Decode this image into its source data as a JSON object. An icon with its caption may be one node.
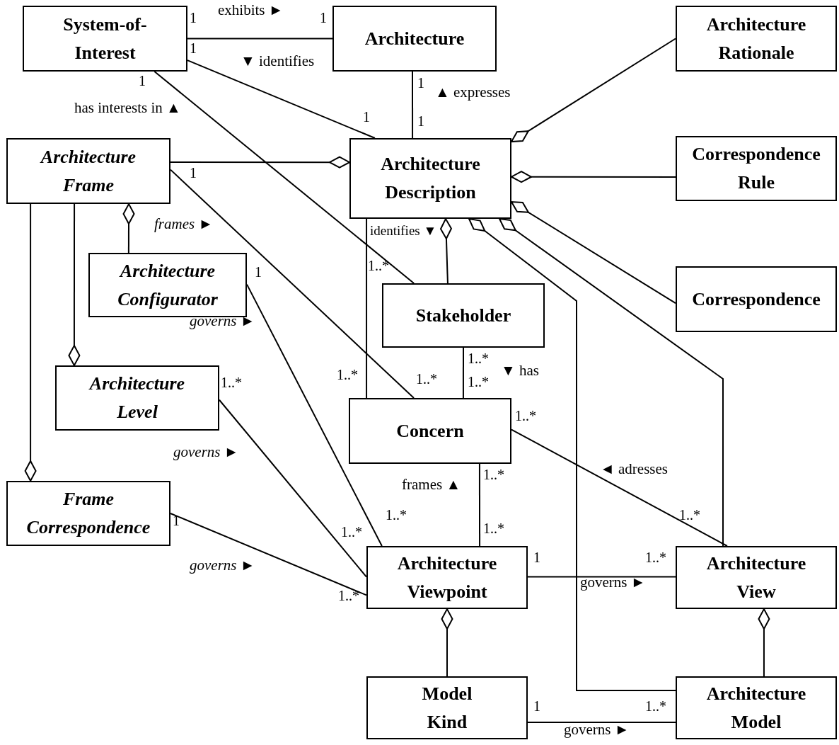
{
  "diagram": {
    "nodes": [
      {
        "text": [
          "System-of-Interest"
        ]
      },
      {
        "text": [
          "Architecture"
        ]
      },
      {
        "text": [
          "Architecture Rationale"
        ]
      },
      {
        "text": [
          "Architecture Frame"
        ]
      },
      {
        "text": [
          "Architecture Description"
        ]
      },
      {
        "text": [
          "Correspondence Rule"
        ]
      },
      {
        "text": [
          "Architecture Configurator"
        ]
      },
      {
        "text": [
          "Stakeholder"
        ]
      },
      {
        "text": [
          "Correspondence"
        ]
      },
      {
        "text": [
          "Architecture Level"
        ]
      },
      {
        "text": [
          "Concern"
        ]
      },
      {
        "text": [
          "Frame Correspondence"
        ]
      },
      {
        "text": [
          "Architecture Viewpoint"
        ]
      },
      {
        "text": [
          "Architecture View"
        ]
      },
      {
        "text": [
          "Model Kind"
        ]
      },
      {
        "text": [
          "Architecture Model"
        ]
      }
    ],
    "edges": [
      {
        "from": 0,
        "to": 1,
        "arrow": "none",
        "label": "exhibits ►"
      },
      {
        "from": 0,
        "to": 4,
        "arrow": "none",
        "label": "▼ identifies"
      },
      {
        "from": 0,
        "to": 7,
        "arrow": "none",
        "label": "has interests in ▲"
      },
      {
        "from": 4,
        "to": 3,
        "arrow": "other"
      },
      {
        "from": 3,
        "to": 10,
        "arrow": "none",
        "label": "frames ►"
      },
      {
        "from": 3,
        "to": 6,
        "arrow": "other"
      },
      {
        "from": 9,
        "to": 3,
        "arrow": "other"
      },
      {
        "from": 11,
        "to": 3,
        "arrow": "other"
      },
      {
        "from": 4,
        "to": 1,
        "arrow": "none",
        "label": "▲ expresses"
      },
      {
        "from": 4,
        "to": 2,
        "arrow": "other"
      },
      {
        "from": 4,
        "to": 5,
        "arrow": "other"
      },
      {
        "from": 4,
        "to": 8,
        "arrow": "other"
      },
      {
        "from": 4,
        "to": 7,
        "arrow": "other"
      },
      {
        "from": 4,
        "to": 10,
        "arrow": "none",
        "label": "identifies ▼"
      },
      {
        "from": 4,
        "to": 15,
        "arrow": "other"
      },
      {
        "from": 4,
        "to": 13,
        "arrow": "other"
      },
      {
        "from": 7,
        "to": 10,
        "arrow": "none",
        "label": "▼ has"
      },
      {
        "from": 10,
        "to": 13,
        "arrow": "none",
        "label": "◄ adresses"
      },
      {
        "from": 10,
        "to": 12,
        "arrow": "none",
        "label": "frames ▲"
      },
      {
        "from": 6,
        "to": 12,
        "arrow": "none",
        "label": "governs ►"
      },
      {
        "from": 9,
        "to": 12,
        "arrow": "none",
        "label": "governs ►"
      },
      {
        "from": 11,
        "to": 12,
        "arrow": "none",
        "label": "governs ►"
      },
      {
        "from": 12,
        "to": 13,
        "arrow": "none",
        "label": "governs ►"
      },
      {
        "from": 12,
        "to": 14,
        "arrow": "other"
      },
      {
        "from": 13,
        "to": 15,
        "arrow": "other"
      },
      {
        "from": 14,
        "to": 15,
        "arrow": "none",
        "label": "governs ►"
      }
    ],
    "labels": [
      "1",
      "1",
      "1",
      "1",
      "1",
      "1",
      "1",
      "1",
      "1..*",
      "1",
      "1..*",
      "1..*",
      "1..*",
      "1..*",
      "1..*",
      "1..*",
      "1..*",
      "1..*",
      "1",
      "1..*",
      "1..*",
      "1..*",
      "1",
      "1..*",
      "1..*",
      "1",
      "1..*"
    ]
  }
}
